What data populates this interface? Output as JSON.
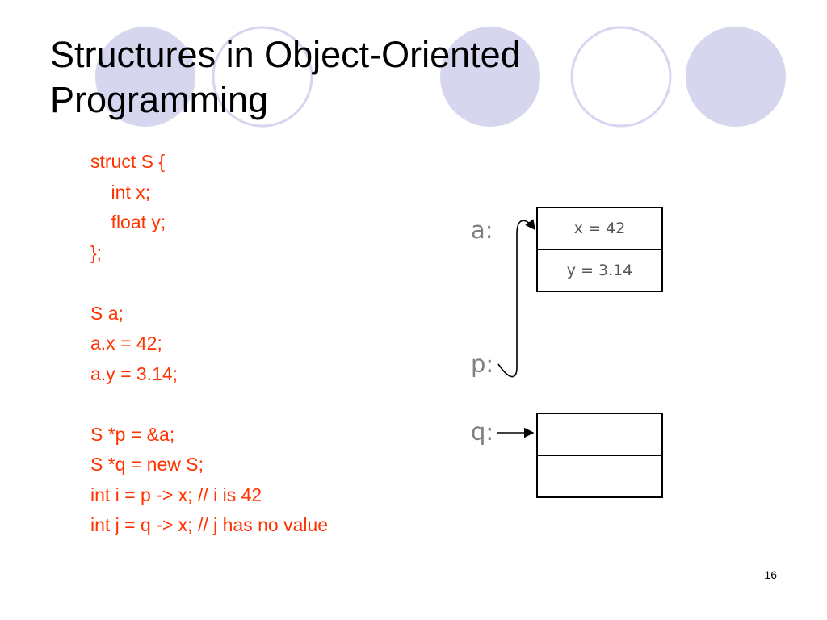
{
  "slide": {
    "title_lines": [
      "Structures in Object-Oriented",
      "Programming"
    ],
    "page_number": "16"
  },
  "code": {
    "lines": [
      "struct S {",
      "    int x;",
      "    float y;",
      "};",
      "",
      "S a;",
      "a.x = 42;",
      "a.y = 3.14;",
      "",
      "S *p = &a;",
      "S *q = new S;",
      "int i = p -> x; // i is 42",
      "int j = q -> x; // j has no value"
    ]
  },
  "diagram": {
    "labels": {
      "a": "a:",
      "p": "p:",
      "q": "q:"
    },
    "struct_a": {
      "x_cell": "x = 42",
      "y_cell": "y = 3.14"
    },
    "struct_q": {
      "x_cell": "",
      "y_cell": ""
    }
  },
  "colors": {
    "code_text": "#ff3300",
    "circle_fill": "#d6d6ef",
    "circle_outline": "#d6d6ef",
    "label_text": "#808080"
  }
}
